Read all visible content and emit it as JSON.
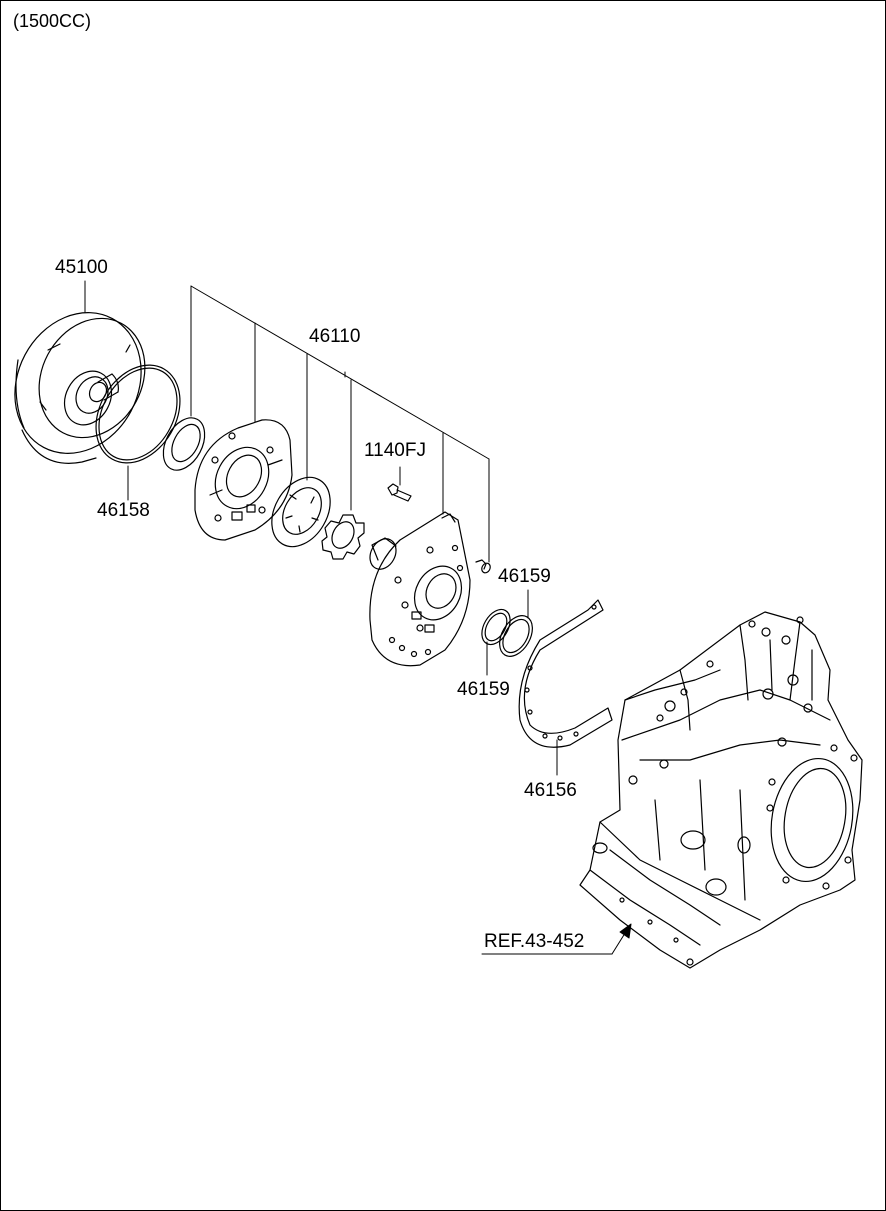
{
  "header": {
    "variant": "(1500CC)"
  },
  "parts": [
    {
      "id": "45100"
    },
    {
      "id": "46158"
    },
    {
      "id": "46110"
    },
    {
      "id": "1140FJ"
    },
    {
      "id": "46159"
    },
    {
      "id": "46159"
    },
    {
      "id": "46156"
    }
  ],
  "reference": {
    "text": "REF.43-452"
  },
  "colors": {
    "line": "#000000",
    "background": "#ffffff"
  }
}
